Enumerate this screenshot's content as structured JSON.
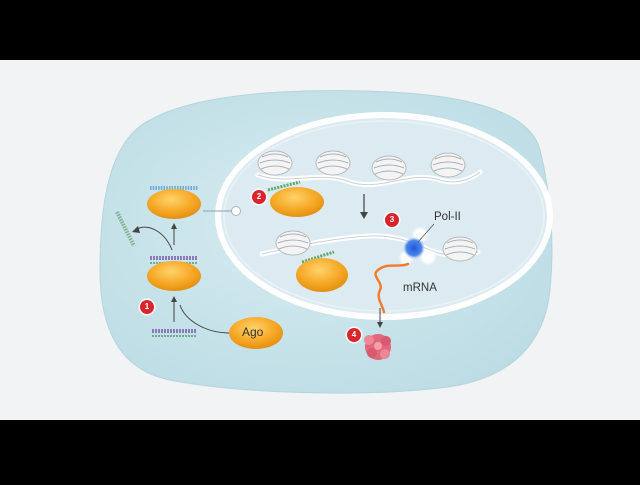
{
  "labels": {
    "ago": "Ago",
    "pol_ii": "Pol-II",
    "mrna": "mRNA"
  },
  "steps": [
    "1",
    "2",
    "3",
    "4"
  ],
  "colors": {
    "frame": "#000000",
    "background": "#f2f3f4",
    "cytoplasm": "#c9e3ea",
    "nucleus": "#dcebf1",
    "nuclear_envelope": "#ffffff",
    "ago_protein": "#f5a623",
    "step_marker": "#d9262c",
    "pol_ii": "#2a63d6",
    "mrna": "#f07a2a",
    "degraded_rna": "#e2677a"
  }
}
